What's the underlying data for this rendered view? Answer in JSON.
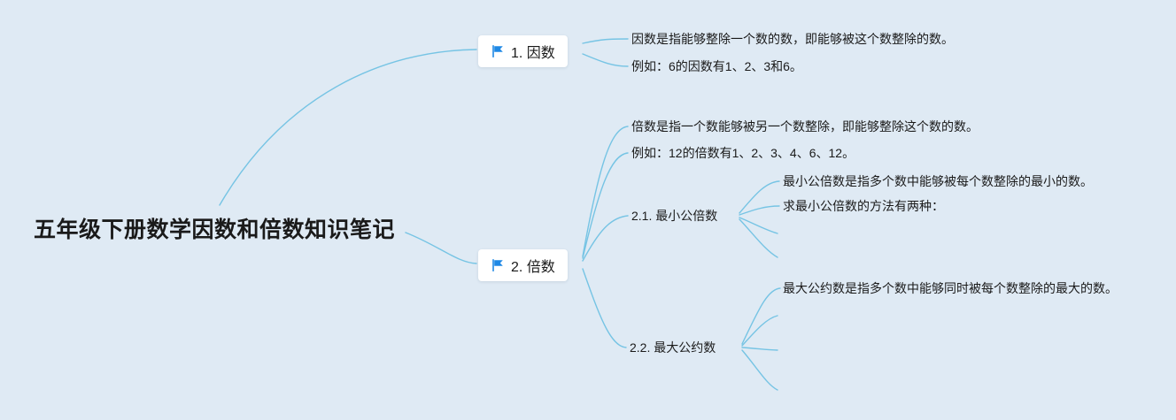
{
  "colors": {
    "background": "#dfeaf4",
    "line": "#76c4e4",
    "flag": "#1e88e5",
    "text": "#1a1a1a"
  },
  "title": "五年级下册数学因数和倍数知识笔记",
  "branch1": {
    "label": "1. 因数",
    "icon": "flag-icon",
    "notes": [
      "因数是指能够整除一个数的数，即能够被这个数整除的数。",
      "例如：6的因数有1、2、3和6。"
    ]
  },
  "branch2": {
    "label": "2. 倍数",
    "icon": "flag-icon",
    "notes": [
      "倍数是指一个数能够被另一个数整除，即能够整除这个数的数。",
      "例如：12的倍数有1、2、3、4、6、12。"
    ],
    "sub1": {
      "label": "2.1. 最小公倍数",
      "notes": [
        "最小公倍数是指多个数中能够被每个数整除的最小的数。",
        "求最小公倍数的方法有两种："
      ]
    },
    "sub2": {
      "label": "2.2. 最大公约数",
      "notes": [
        "最大公约数是指多个数中能够同时被每个数整除的最大的数。"
      ]
    }
  }
}
